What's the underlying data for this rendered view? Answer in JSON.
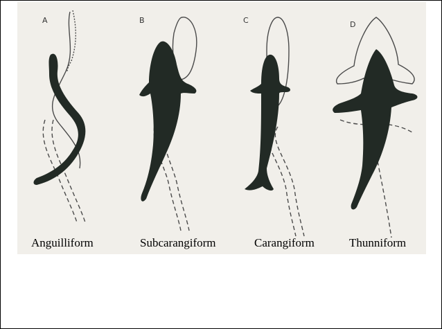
{
  "panels": [
    {
      "letter": "A",
      "caption": "Anguilliform"
    },
    {
      "letter": "B",
      "caption": "Subcarangiform"
    },
    {
      "letter": "C",
      "caption": "Carangiform"
    },
    {
      "letter": "D",
      "caption": "Thunniform"
    }
  ],
  "colors": {
    "background": "#f1efea",
    "silhouette": "#222a25",
    "outline": "#4a4a4a"
  }
}
